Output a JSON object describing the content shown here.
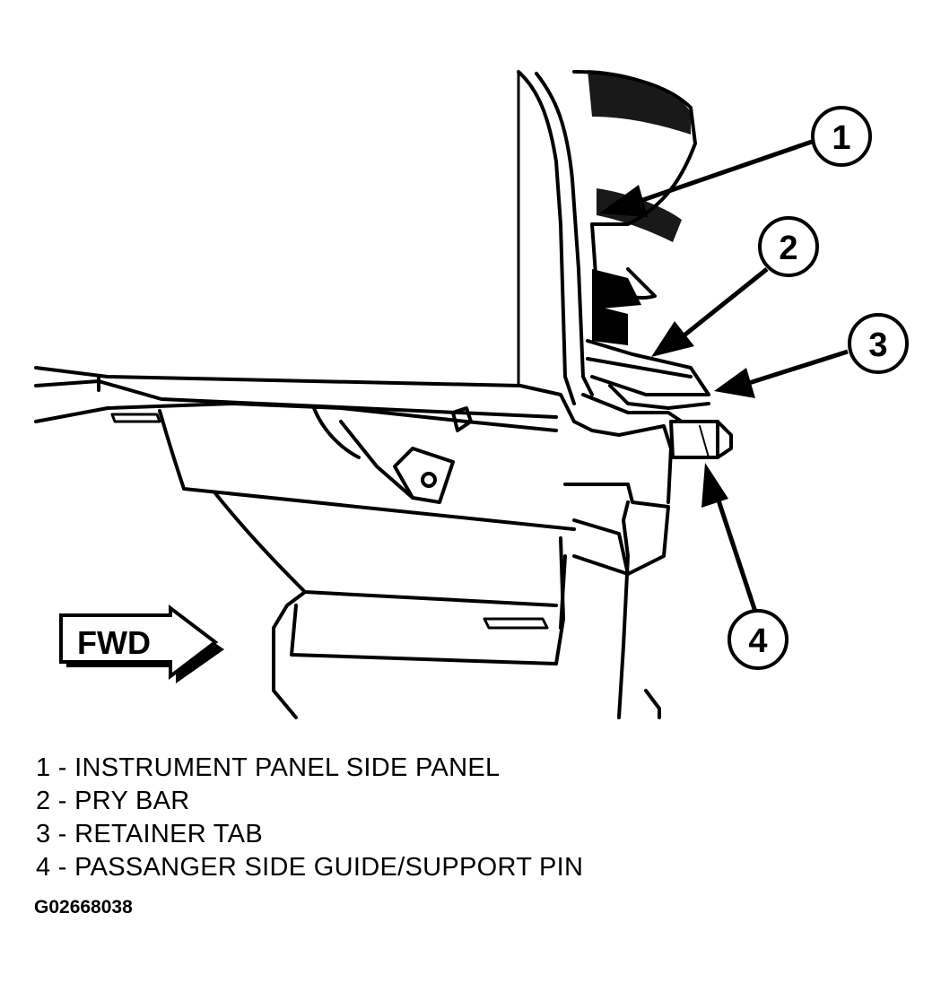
{
  "callouts": [
    {
      "number": "1"
    },
    {
      "number": "2"
    },
    {
      "number": "3"
    },
    {
      "number": "4"
    }
  ],
  "direction_label": "FWD",
  "legend": [
    "1 - INSTRUMENT PANEL SIDE PANEL",
    "2 - PRY BAR",
    "3 - RETAINER TAB",
    "4 - PASSANGER SIDE GUIDE/SUPPORT PIN"
  ],
  "figure_id": "G02668038",
  "colors": {
    "line": "#000000",
    "background": "#ffffff"
  }
}
